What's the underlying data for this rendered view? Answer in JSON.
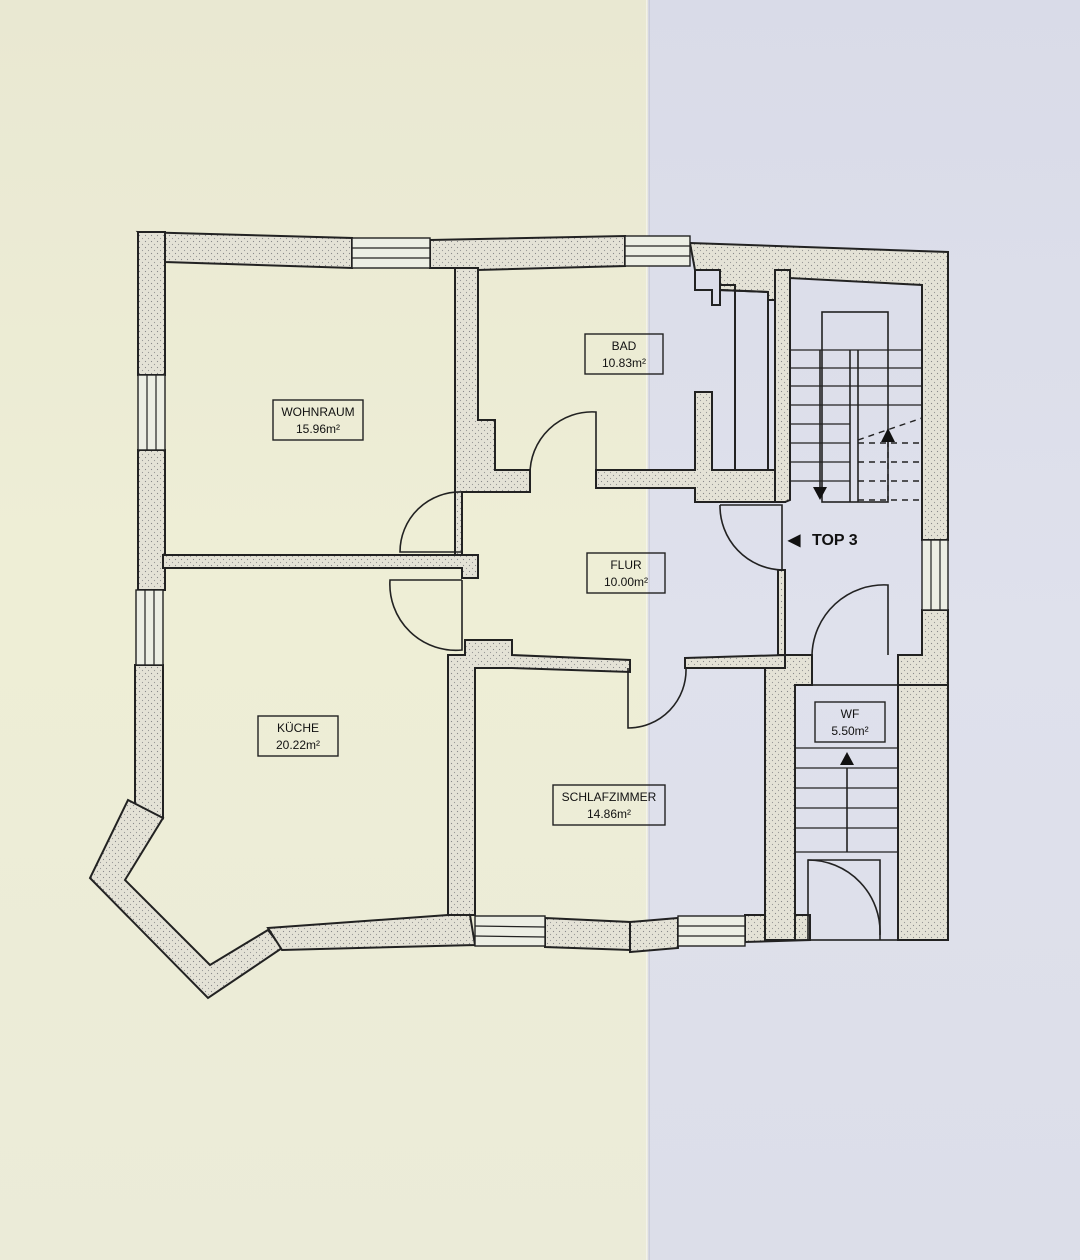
{
  "rooms": {
    "wohnraum": {
      "name": "WOHNRAUM",
      "area": "15.96m²"
    },
    "bad": {
      "name": "BAD",
      "area": "10.83m²"
    },
    "flur": {
      "name": "FLUR",
      "area": "10.00m²"
    },
    "kueche": {
      "name": "KÜCHE",
      "area": "20.22m²"
    },
    "schlafzimmer": {
      "name": "SCHLAFZIMMER",
      "area": "14.86m²"
    },
    "wf": {
      "name": "WF",
      "area": "5.50m²"
    }
  },
  "unit_label": "TOP 3",
  "unit_marker": "◀",
  "colors": {
    "line": "#222222",
    "paper_left": "#eceed6",
    "paper_right": "#dcdee9"
  }
}
